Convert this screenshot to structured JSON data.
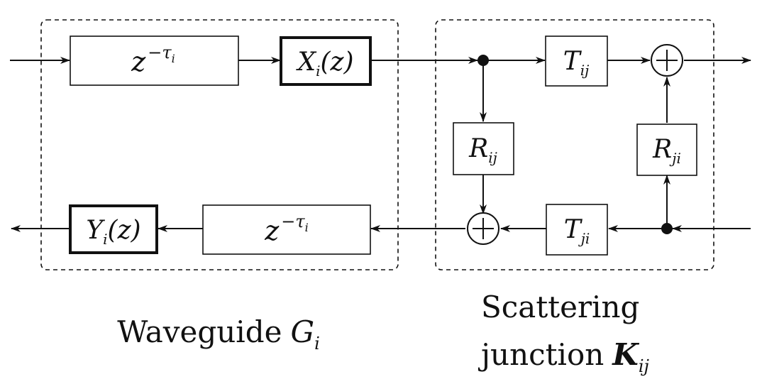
{
  "waveguide": {
    "label_text": "Waveguide",
    "label_symbol": "G",
    "label_sub": "i",
    "delay_top": {
      "base": "z",
      "exp_sign": "−",
      "exp_var": "τ",
      "exp_sub": "i"
    },
    "delay_bottom": {
      "base": "z",
      "exp_sign": "−",
      "exp_var": "τ",
      "exp_sub": "i"
    },
    "filter_x": {
      "symbol": "X",
      "sub": "i",
      "arg": "(z)"
    },
    "filter_y": {
      "symbol": "Y",
      "sub": "i",
      "arg": "(z)"
    }
  },
  "junction": {
    "label_line1": "Scattering",
    "label_line2": "junction",
    "label_symbol": "K",
    "label_sub": "ij",
    "t_ij": {
      "symbol": "T",
      "sub": "ij"
    },
    "t_ji": {
      "symbol": "T",
      "sub": "ji"
    },
    "r_ij": {
      "symbol": "R",
      "sub": "ij"
    },
    "r_ji": {
      "symbol": "R",
      "sub": "ji"
    },
    "sum_symbol": "+"
  }
}
